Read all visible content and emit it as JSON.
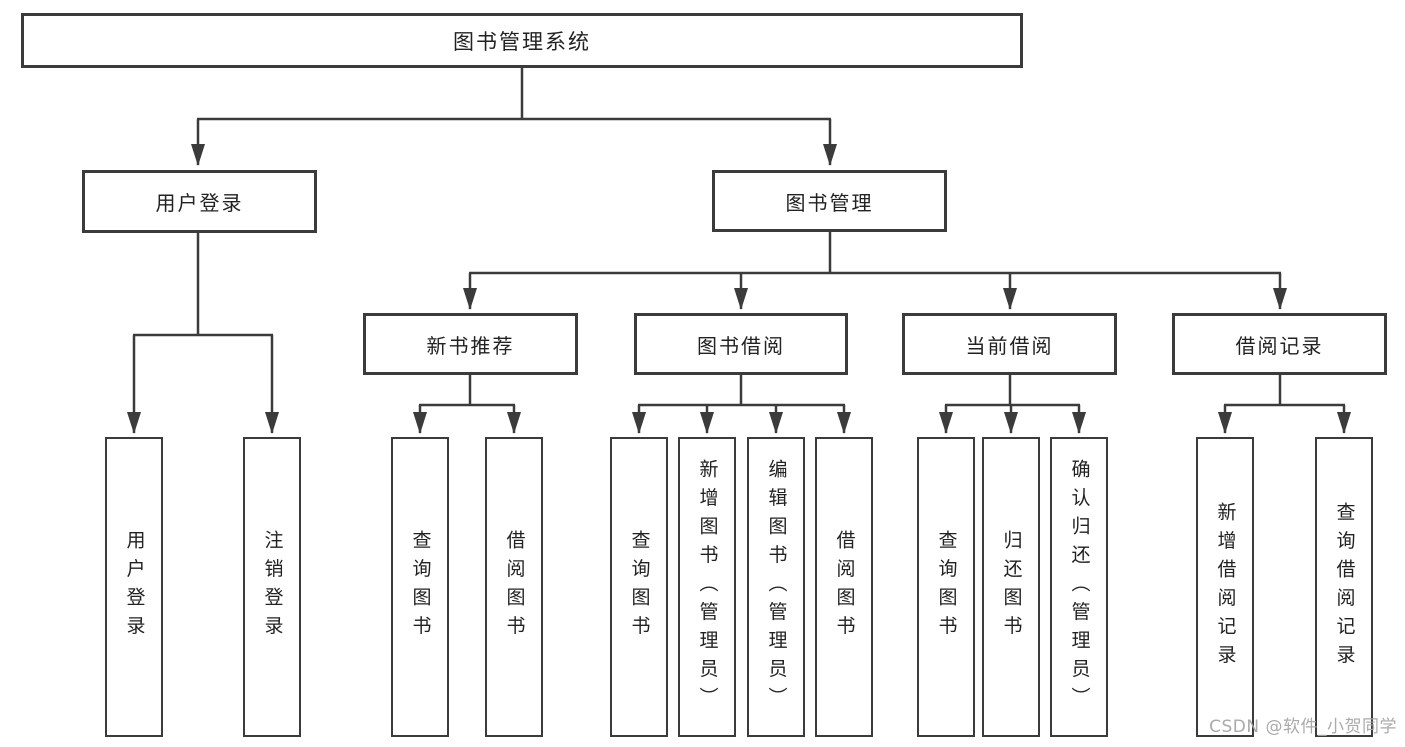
{
  "tree": {
    "root": {
      "label": "图书管理系统"
    },
    "children": [
      {
        "label": "用户登录",
        "children": [
          {
            "label": "用户登录"
          },
          {
            "label": "注销登录"
          }
        ]
      },
      {
        "label": "图书管理",
        "children": [
          {
            "label": "新书推荐",
            "children": [
              {
                "label": "查询图书"
              },
              {
                "label": "借阅图书"
              }
            ]
          },
          {
            "label": "图书借阅",
            "children": [
              {
                "label": "查询图书"
              },
              {
                "label": "新增图书（管理员）"
              },
              {
                "label": "编辑图书（管理员）"
              },
              {
                "label": "借阅图书"
              }
            ]
          },
          {
            "label": "当前借阅",
            "children": [
              {
                "label": "查询图书"
              },
              {
                "label": "归还图书"
              },
              {
                "label": "确认归还（管理员）"
              }
            ]
          },
          {
            "label": "借阅记录",
            "children": [
              {
                "label": "新增借阅记录"
              },
              {
                "label": "查询借阅记录"
              }
            ]
          }
        ]
      }
    ]
  },
  "watermark": {
    "text": "CSDN @软件_小贺同学"
  },
  "colors": {
    "line": "#3b3b3b",
    "text": "#222222",
    "box_background": "#ffffff",
    "watermark": "#a5a5a5"
  }
}
